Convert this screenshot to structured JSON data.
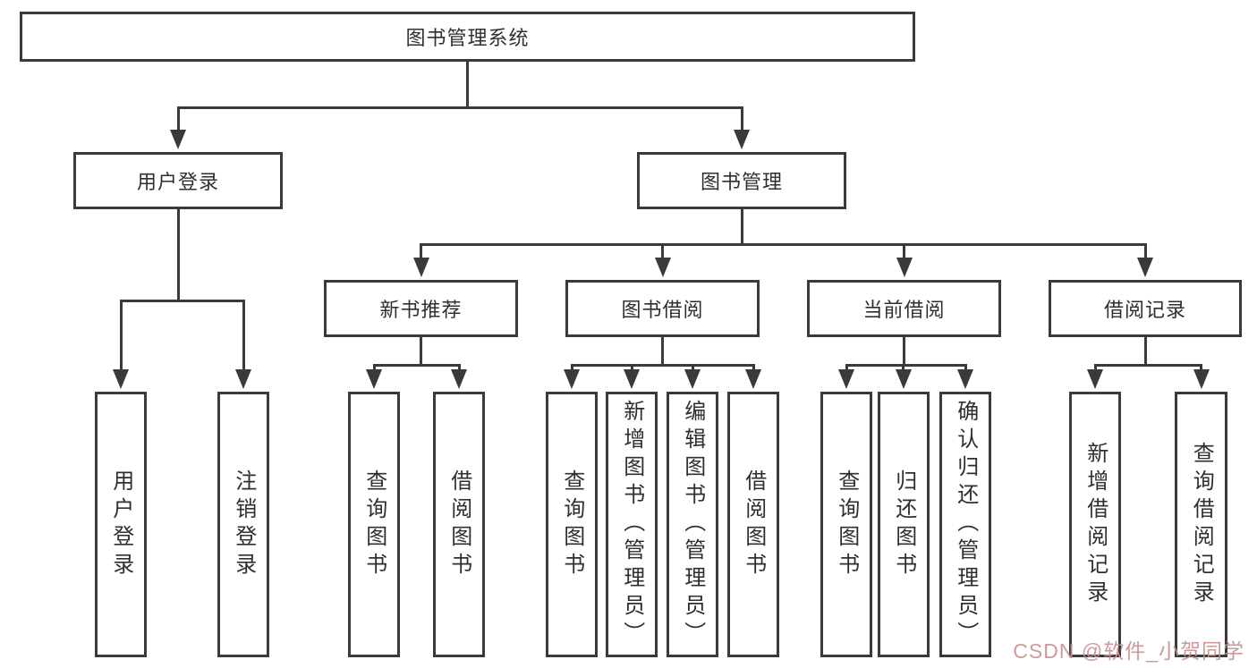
{
  "diagram": {
    "root": {
      "label": "图书管理系统"
    },
    "level2": [
      {
        "label": "用户登录"
      },
      {
        "label": "图书管理"
      }
    ],
    "level3": [
      {
        "label": "新书推荐"
      },
      {
        "label": "图书借阅"
      },
      {
        "label": "当前借阅"
      },
      {
        "label": "借阅记录"
      }
    ],
    "leaves": {
      "user_login": [
        {
          "label": "用户登录"
        },
        {
          "label": "注销登录"
        }
      ],
      "new_book_recommendation": [
        {
          "label": "查询图书"
        },
        {
          "label": "借阅图书"
        }
      ],
      "book_borrowing": [
        {
          "label": "查询图书"
        },
        {
          "label": "新增图书（管理员）"
        },
        {
          "label": "编辑图书（管理员）"
        },
        {
          "label": "借阅图书"
        }
      ],
      "current_borrowing": [
        {
          "label": "查询图书"
        },
        {
          "label": "归还图书"
        },
        {
          "label": "确认归还（管理员）"
        }
      ],
      "borrowing_records": [
        {
          "label": "新增借阅记录"
        },
        {
          "label": "查询借阅记录"
        }
      ]
    }
  },
  "colors": {
    "line": "#3a3a3a",
    "box_background": "#ffffff",
    "text": "#2f2f2f",
    "watermark": "#c98f8f"
  },
  "watermark": {
    "text": "CSDN @软件_小贺同学",
    "color": "#c98f8f"
  }
}
